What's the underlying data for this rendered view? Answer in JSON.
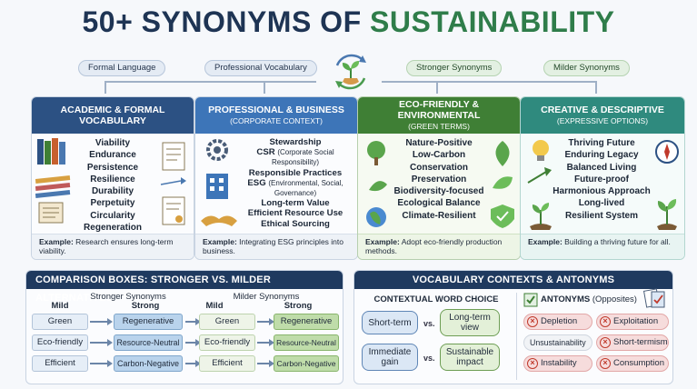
{
  "title_main": "50+ SYNONYMS OF",
  "title_accent": "SUSTAINABILITY",
  "chips": {
    "formal": "Formal Language",
    "professional": "Professional Vocabulary",
    "stronger": "Stronger Synonyms",
    "milder": "Milder Synonyms"
  },
  "columns": [
    {
      "title": "ACADEMIC & FORMAL VOCABULARY",
      "subtitle": "",
      "words": [
        "Viability",
        "Endurance",
        "Persistence",
        "Resilience",
        "Durability",
        "Perpetuity",
        "Circularity",
        "Regeneration"
      ],
      "example_label": "Example:",
      "example_text": "Research ensures long-term viability."
    },
    {
      "title": "PROFESSIONAL & BUSINESS",
      "subtitle": "(CORPORATE CONTEXT)",
      "words": [
        "Stewardship",
        "CSR",
        "Responsible Practices",
        "ESG",
        "Long-term Value",
        "Efficient Resource Use",
        "Ethical Sourcing"
      ],
      "notes": {
        "csr": "(Corporate Social Responsibility)",
        "esg": "(Environmental, Social, Governance)"
      },
      "example_label": "Example:",
      "example_text": "Integrating ESG principles into business."
    },
    {
      "title": "ECO-FRIENDLY & ENVIRONMENTAL",
      "subtitle": "(GREEN TERMS)",
      "words": [
        "Nature-Positive",
        "Low-Carbon",
        "Conservation",
        "Preservation",
        "Biodiversity-focused",
        "Ecological Balance",
        "Climate-Resilient"
      ],
      "example_label": "Example:",
      "example_text": "Adopt eco-friendly production methods."
    },
    {
      "title": "CREATIVE & DESCRIPTIVE",
      "subtitle": "(EXPRESSIVE OPTIONS)",
      "words": [
        "Thriving Future",
        "Enduring Legacy",
        "Balanced Living",
        "Future-proof",
        "Harmonious Approach",
        "Long-lived",
        "Resilient System"
      ],
      "example_label": "Example:",
      "example_text": "Building a thriving future for all."
    }
  ],
  "comparison": {
    "title": "COMPARISON BOXES: STRONGER VS. MILDER ALTERNATIVES",
    "left_group": "Stronger Synonyms",
    "right_group": "Milder Synonyms",
    "mild_label": "Mild",
    "strong_label": "Strong",
    "left_rows": [
      {
        "mild": "Green",
        "strong": "Regenerative"
      },
      {
        "mild": "Eco-friendly",
        "strong": "Resource-Neutral"
      },
      {
        "mild": "Efficient",
        "strong": "Carbon-Negative"
      }
    ],
    "right_rows": [
      {
        "mild": "Green",
        "strong": "Regenerative"
      },
      {
        "mild": "Eco-friendly",
        "strong": "Resource-Neutral"
      },
      {
        "mild": "Efficient",
        "strong": "Carbon-Negative"
      }
    ]
  },
  "contexts": {
    "title": "VOCABULARY CONTEXTS & ANTONYMS",
    "contextual_title": "CONTEXTUAL WORD CHOICE",
    "vs": "vs.",
    "pairs": [
      {
        "left": "Short-term",
        "right": "Long-term view"
      },
      {
        "left": "Immediate gain",
        "right": "Sustainable impact"
      }
    ],
    "antonyms_title": "ANTONYMS",
    "antonyms_sub": "(Opposites)",
    "antonyms": [
      "Depletion",
      "Exploitation",
      "Unsustainability",
      "Short-termism",
      "Instability",
      "Consumption"
    ]
  },
  "colors": {
    "academic": "#2c5183",
    "professional": "#3d75b8",
    "eco": "#3f7f35",
    "creative": "#2f8a7e",
    "title": "#1e3454",
    "accent": "#2f7d4a"
  }
}
